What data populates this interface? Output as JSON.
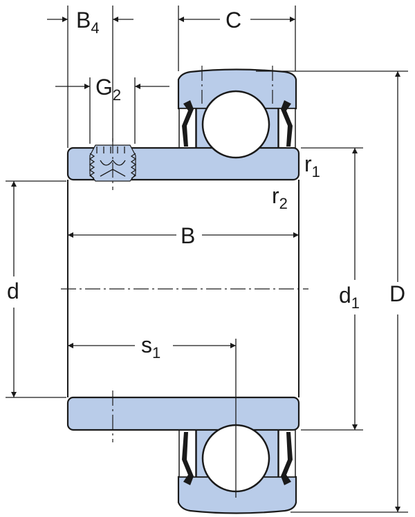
{
  "labels": {
    "B4": {
      "main": "B",
      "sub": "4"
    },
    "C": "C",
    "G2": {
      "main": "G",
      "sub": "2"
    },
    "r1": {
      "main": "r",
      "sub": "1"
    },
    "r2": {
      "main": "r",
      "sub": "2"
    },
    "B": "B",
    "d": "d",
    "d1": {
      "main": "d",
      "sub": "1"
    },
    "D": "D",
    "s1": {
      "main": "s",
      "sub": "1"
    }
  },
  "colors": {
    "part_fill": "#b9cce9",
    "line": "#1a1a1a"
  }
}
